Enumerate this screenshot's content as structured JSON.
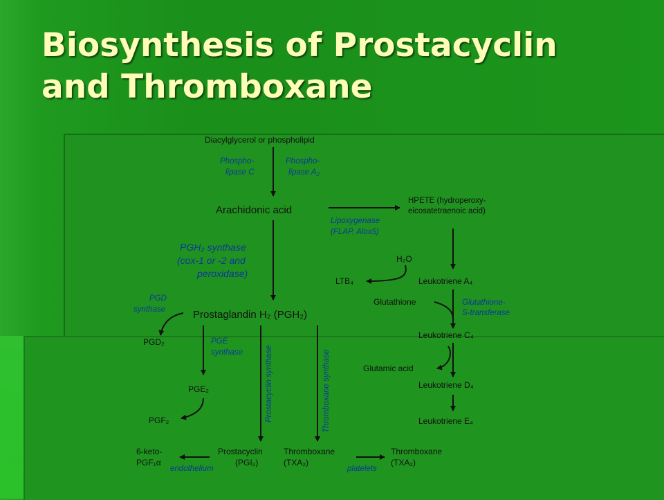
{
  "slide": {
    "title_line1": "Biosynthesis of Prostacyclin",
    "title_line2": "and Thromboxane"
  },
  "diagram": {
    "diacylglycerol": "Diacylglycerol or phospholipid",
    "phospholipase_c": [
      "Phospho-",
      "lipase C"
    ],
    "phospholipase_a2": [
      "Phospho-",
      "lipase A₂"
    ],
    "arachidonic": "Arachidonic acid",
    "hpete": [
      "HPETE (hydroperoxy-",
      "eicosatetraenoic acid)"
    ],
    "lipoxygenase": [
      "Lipoxygenase",
      "(FLAP, Alox5)"
    ],
    "pgh2_synthase": [
      "PGH₂ synthase",
      "(cox-1 or -2 and",
      "peroxidase)"
    ],
    "h2o": "H₂O",
    "ltb4": "LTB₄",
    "leukotriene_a4": "Leukotriene A₄",
    "glutathione": "Glutathione",
    "glutathione_s_transferase": [
      "Glutathione-",
      "S-transferase"
    ],
    "pgd_synthase": [
      "PGD",
      "synthase"
    ],
    "pgh2": "Prostaglandin H₂ (PGH₂)",
    "pgd2": "PGD₂",
    "pge_synthase": [
      "PGE",
      "synthase"
    ],
    "prostacyclin_synthase": "Prostacyclin synthase",
    "thromboxane_synthase": "Thromboxane synthase",
    "leukotriene_c4": "Leukotriene C₄",
    "glutamic_acid": "Glutamic acid",
    "leukotriene_d4": "Leukotriene D₄",
    "pge2": "PGE₂",
    "pgf2": "PGF₂",
    "leukotriene_e4": "Leukotriene E₄",
    "keto_pgf": [
      "6-keto-",
      "PGF₁α"
    ],
    "endothelium": "endothelium",
    "prostacyclin": [
      "Prostacyclin",
      "(PGI₂)"
    ],
    "thromboxane_txa2_left": [
      "Thromboxane",
      "(TXA₂)"
    ],
    "platelets": "platelets",
    "thromboxane_txa2_right": [
      "Thromboxane",
      "(TXA₂)"
    ]
  },
  "colors": {
    "background": "#1c951c",
    "title": "#fdfdb8",
    "enzyme_text": "#0a3a9a",
    "compound_text": "#111111"
  }
}
